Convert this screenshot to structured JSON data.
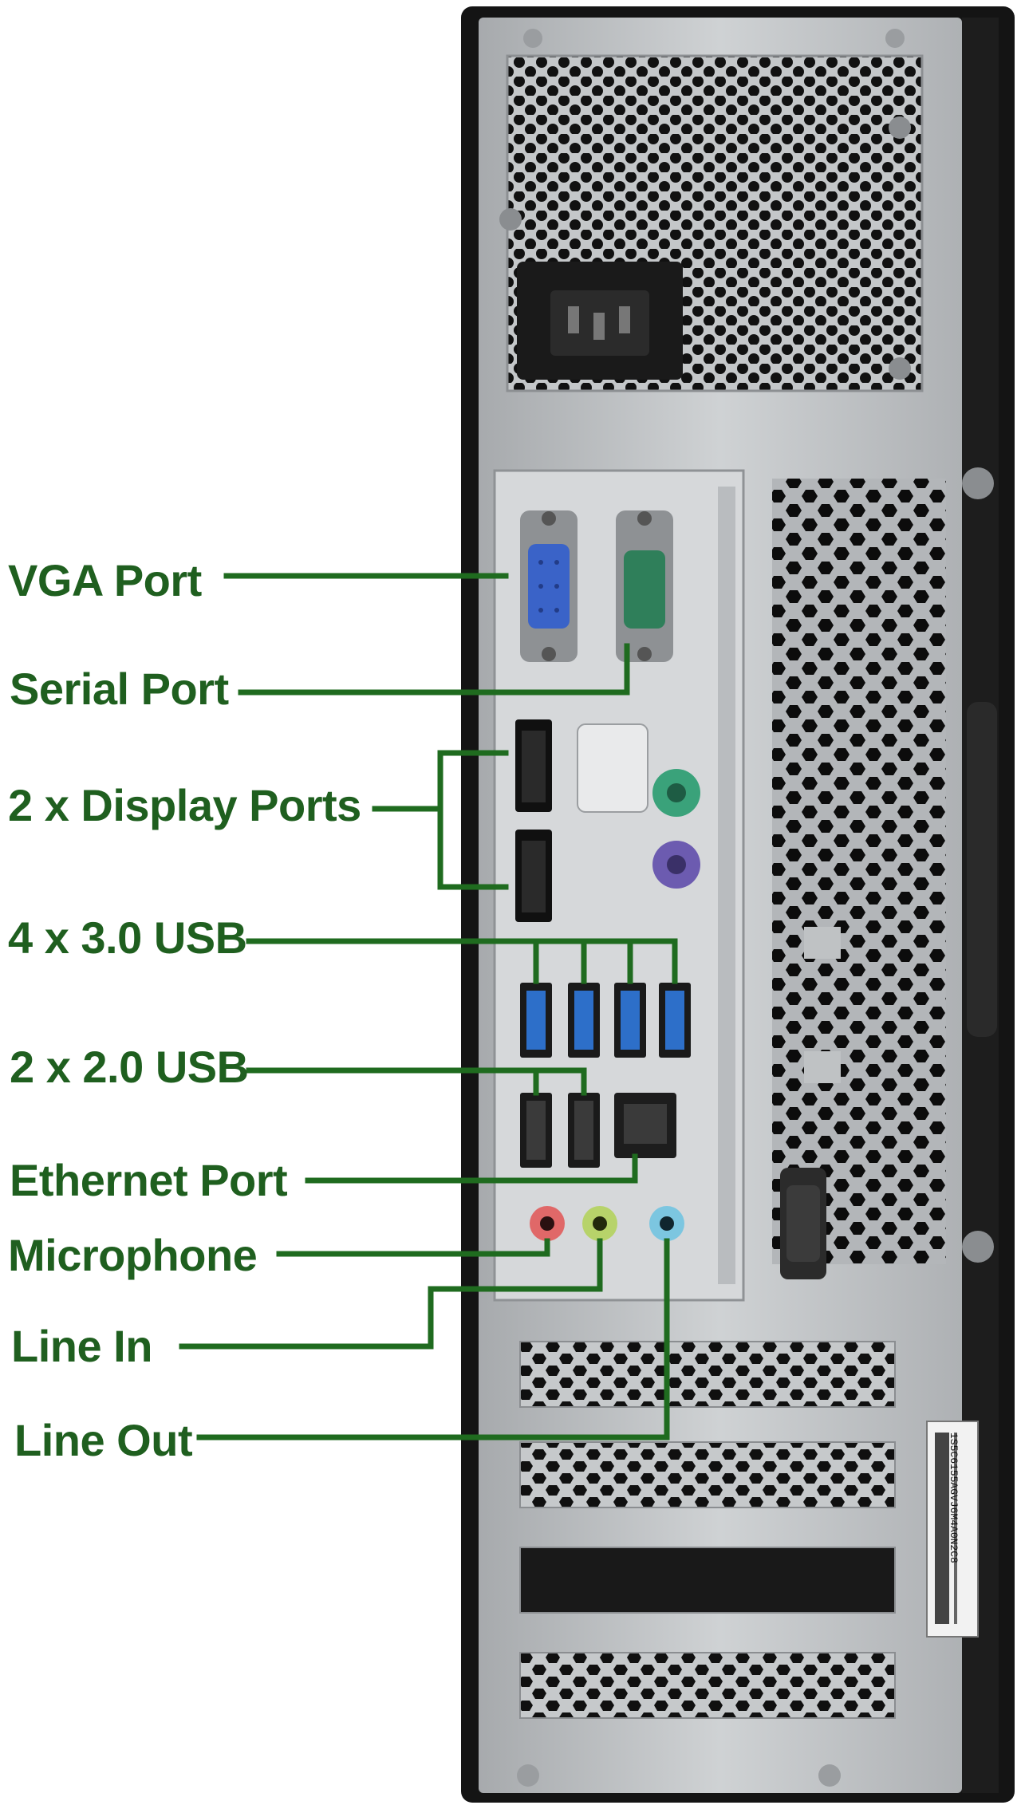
{
  "diagram": {
    "colors": {
      "label_text": "#1f5f1f",
      "leader_line": "#1f6b1f",
      "chassis_black": "#141414",
      "panel_metal": "#b9bcbf",
      "vga_blue": "#3a63c8",
      "serial_green": "#2f7f5a",
      "usb3_blue": "#2d6fc9",
      "ps2_mouse": "#3aa27a",
      "ps2_keyboard": "#6c5bb0",
      "mic_pink": "#e06868",
      "line_in_green": "#b7d36a",
      "line_out_blue": "#7cc6e0"
    },
    "labels": {
      "vga": "VGA Port",
      "serial": "Serial Port",
      "display_ports": "2 x Display Ports",
      "usb3": "4 x 3.0 USB",
      "usb2": "2 x 2.0 USB",
      "ethernet": "Ethernet Port",
      "microphone": "Microphone",
      "line_in": "Line In",
      "line_out": "Line Out"
    },
    "chassis_label": "1S5C6155AGVJ6M4A0N2C8"
  }
}
